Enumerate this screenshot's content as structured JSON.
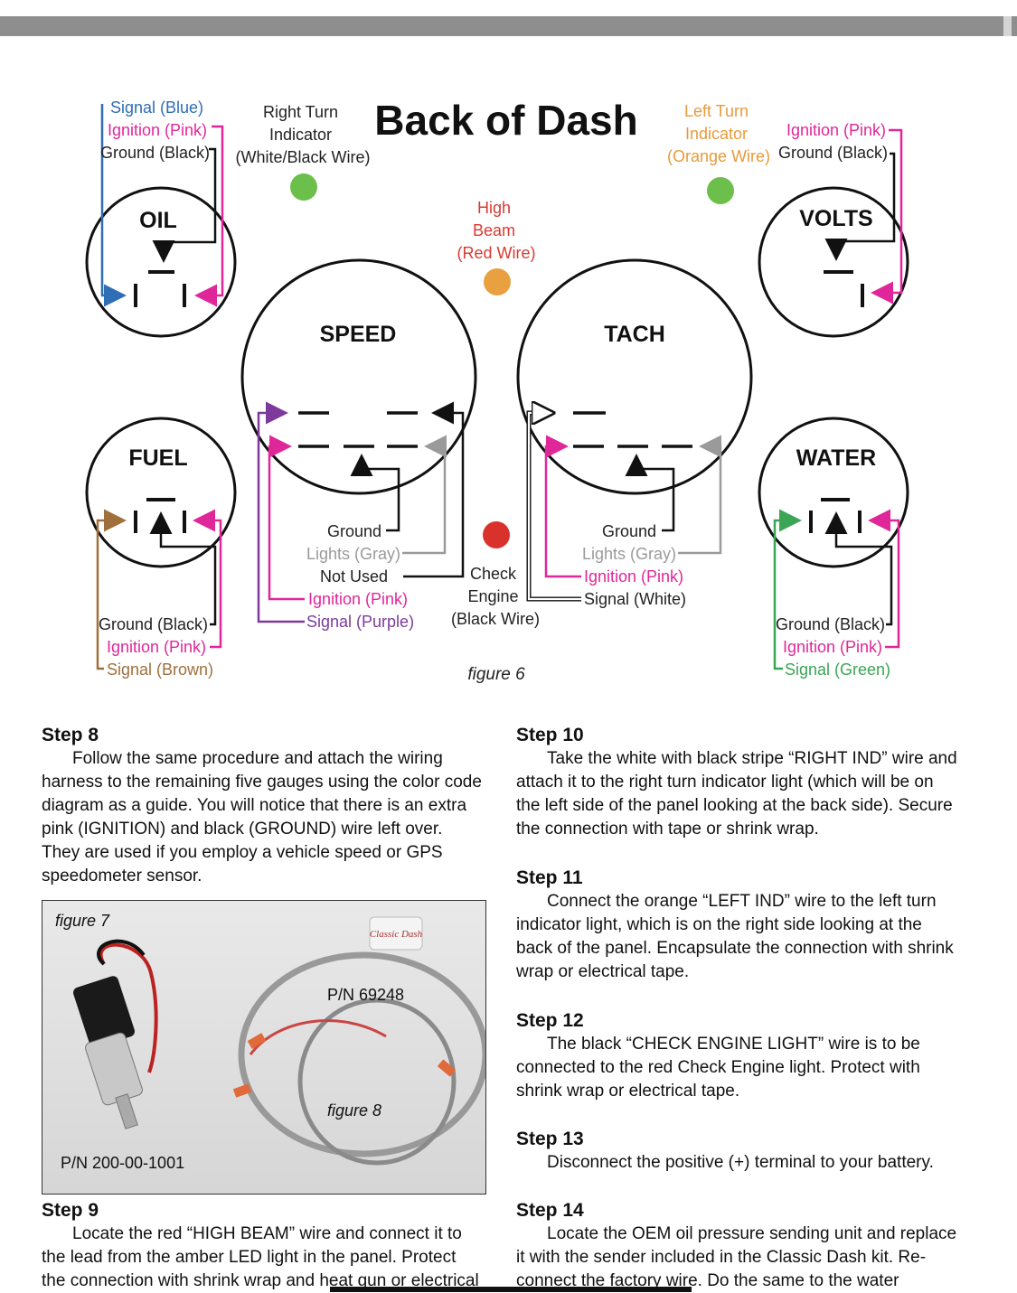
{
  "diagram": {
    "title": "Back of Dash",
    "figure_caption": "figure 6",
    "gauges": {
      "oil": "OIL",
      "volts": "VOLTS",
      "speed": "SPEED",
      "tach": "TACH",
      "fuel": "FUEL",
      "water": "WATER"
    },
    "indicators": {
      "right_turn": [
        "Right Turn",
        "Indicator",
        "(White/Black Wire)"
      ],
      "left_turn": [
        "Left Turn",
        "Indicator",
        "(Orange Wire)"
      ],
      "high_beam": [
        "High",
        "Beam",
        "(Red Wire)"
      ],
      "check_engine": [
        "Check",
        "Engine",
        "(Black Wire)"
      ]
    },
    "labels": {
      "oil_signal": "Signal (Blue)",
      "oil_ignition": "Ignition (Pink)",
      "oil_ground": "Ground (Black)",
      "volts_ignition": "Ignition (Pink)",
      "volts_ground": "Ground (Black)",
      "fuel_ground": "Ground (Black)",
      "fuel_ignition": "Ignition (Pink)",
      "fuel_signal": "Signal (Brown)",
      "water_ground": "Ground (Black)",
      "water_ignition": "Ignition (Pink)",
      "water_signal": "Signal (Green)",
      "speed_ground": "Ground",
      "speed_lights": "Lights (Gray)",
      "speed_notused": "Not Used",
      "speed_ignition": "Ignition (Pink)",
      "speed_signal": "Signal (Purple)",
      "tach_ground": "Ground",
      "tach_lights": "Lights (Gray)",
      "tach_ignition": "Ignition (Pink)",
      "tach_signal": "Signal (White)"
    },
    "colors": {
      "blue": "#2f6db5",
      "pink": "#e0279a",
      "brown": "#a0703c",
      "green": "#3aa655",
      "purple": "#7d3a9c",
      "gray": "#9a9a9a",
      "orange": "#e89a3c",
      "red": "#d93a32",
      "indicator_green": "#6cbf4a",
      "indicator_orange": "#e8a040",
      "check_red": "#d9322c"
    }
  },
  "steps": {
    "s8": {
      "title": "Step 8",
      "text": "Follow the same procedure and attach the wiring harness to the remaining five gauges using the color code diagram as a guide. You will notice that there is an extra pink (IGNITION) and black (GROUND) wire left over. They are used if you employ a vehicle speed or GPS speedometer sensor."
    },
    "s9": {
      "title": "Step 9",
      "text": "Locate the red “HIGH BEAM” wire and connect it to the lead from the amber LED light in the panel. Protect the connection with shrink wrap and heat gun or electrical"
    },
    "s10": {
      "title": "Step 10",
      "text": "Take the white with black stripe “RIGHT IND” wire and attach it to the right turn indicator light (which will be on the left side of the panel looking at the back side). Secure the connection with tape or shrink wrap."
    },
    "s11": {
      "title": "Step 11",
      "text": "Connect the orange “LEFT IND” wire to the left turn indicator light, which is on the right side looking at the back of the panel. Encapsulate the connection with shrink wrap or electrical tape."
    },
    "s12": {
      "title": "Step 12",
      "text": "The black “CHECK ENGINE LIGHT” wire is to be connected to the red Check Engine light. Protect with shrink wrap or electrical tape."
    },
    "s13": {
      "title": "Step 13",
      "text": "Disconnect the positive (+) terminal to your battery."
    },
    "s14": {
      "title": "Step 14",
      "text": "Locate the OEM oil pressure sending unit and replace it with the sender included in the Classic Dash kit. Re-connect the factory wire. Do the same to the water"
    }
  },
  "photo": {
    "figure7": "figure 7",
    "figure8": "figure 8",
    "pn_sensor": "P/N 200-00-1001",
    "pn_harness": "P/N 69248",
    "brand": "Classic Dash"
  }
}
